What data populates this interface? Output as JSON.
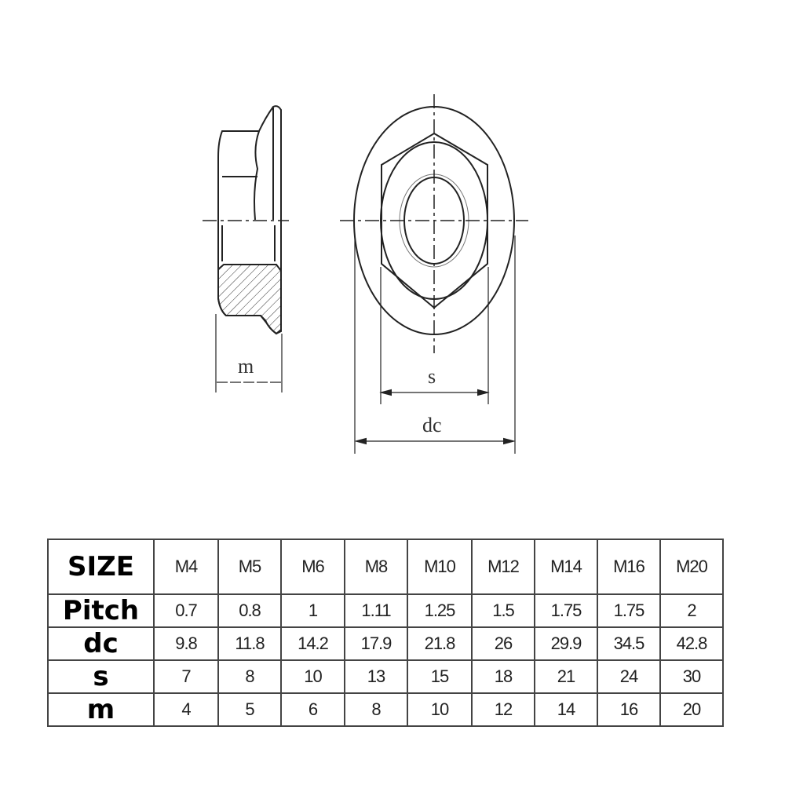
{
  "drawing": {
    "labels": {
      "m": "m",
      "s": "s",
      "dc": "dc"
    }
  },
  "table": {
    "row_headers": [
      "SIZE",
      "Pitch",
      "dc",
      "s",
      "m"
    ],
    "sizes": [
      "M4",
      "M5",
      "M6",
      "M8",
      "M10",
      "M12",
      "M14",
      "M16",
      "M20"
    ],
    "rows": {
      "pitch": [
        "0.7",
        "0.8",
        "1",
        "1.11",
        "1.25",
        "1.5",
        "1.75",
        "1.75",
        "2"
      ],
      "dc": [
        "9.8",
        "11.8",
        "14.2",
        "17.9",
        "21.8",
        "26",
        "29.9",
        "34.5",
        "42.8"
      ],
      "s": [
        "7",
        "8",
        "10",
        "13",
        "15",
        "18",
        "21",
        "24",
        "30"
      ],
      "m": [
        "4",
        "5",
        "6",
        "8",
        "10",
        "12",
        "14",
        "16",
        "20"
      ]
    }
  }
}
